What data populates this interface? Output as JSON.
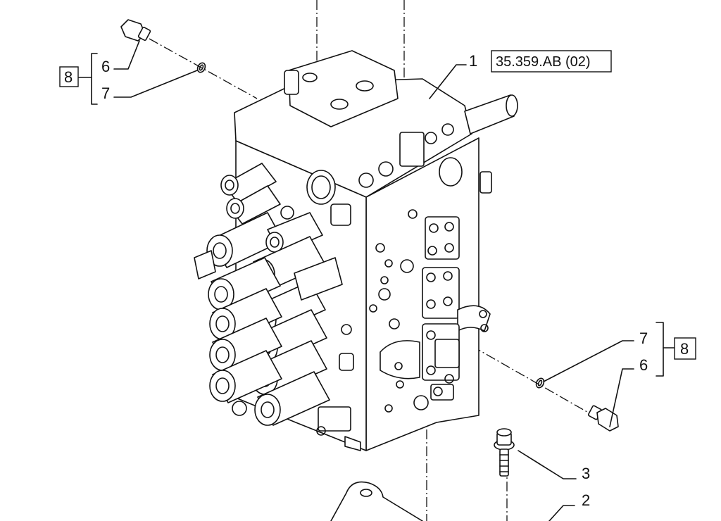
{
  "callouts": {
    "part_1": "1",
    "part_2": "2",
    "part_3": "3",
    "group_8_left": "8",
    "part_6_left": "6",
    "part_7_left": "7",
    "group_8_right": "8",
    "part_7_right": "7",
    "part_6_right": "6"
  },
  "reference": {
    "label": "35.359.AB (02)"
  },
  "icons": [
    "hex-fitting-icon",
    "o-ring-icon",
    "flange-bolt-icon",
    "solenoid-coil-icon"
  ]
}
